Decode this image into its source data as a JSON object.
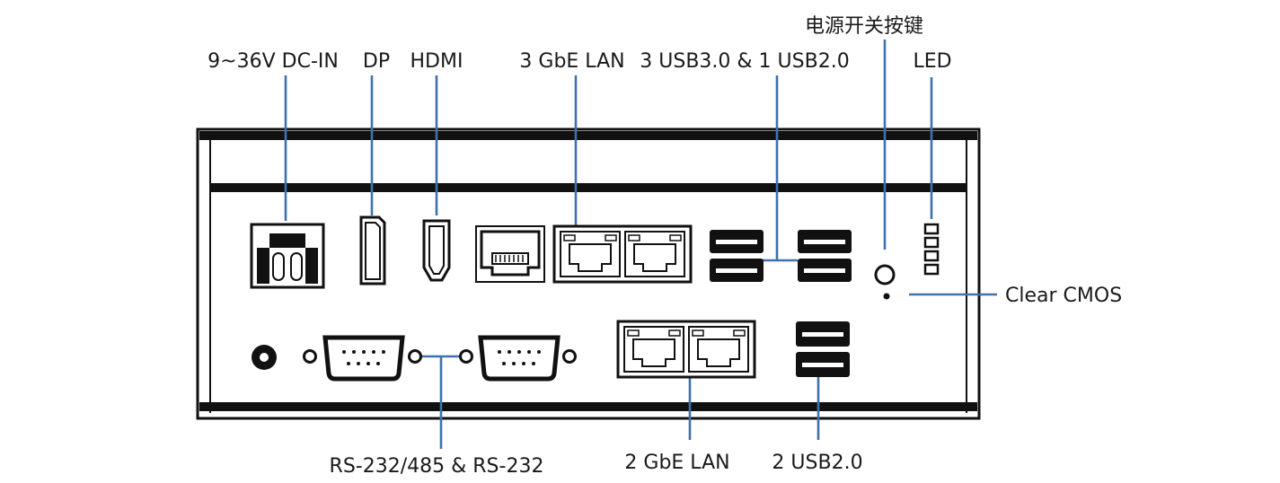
{
  "labels": {
    "dc_in": "9~36V DC-IN",
    "dp": "DP",
    "hdmi": "HDMI",
    "lan3": "3 GbE LAN",
    "usb_top": "3 USB3.0 & 1 USB2.0",
    "power": "电源开关按键",
    "led": "LED",
    "clear_cmos": "Clear CMOS",
    "serial": "RS-232/485 & RS-232",
    "lan2": "2 GbE LAN",
    "usb_bottom": "2 USB2.0"
  },
  "colors": {
    "leader": "#3f72ad",
    "outline": "#111111",
    "text": "#1a1a1a"
  }
}
